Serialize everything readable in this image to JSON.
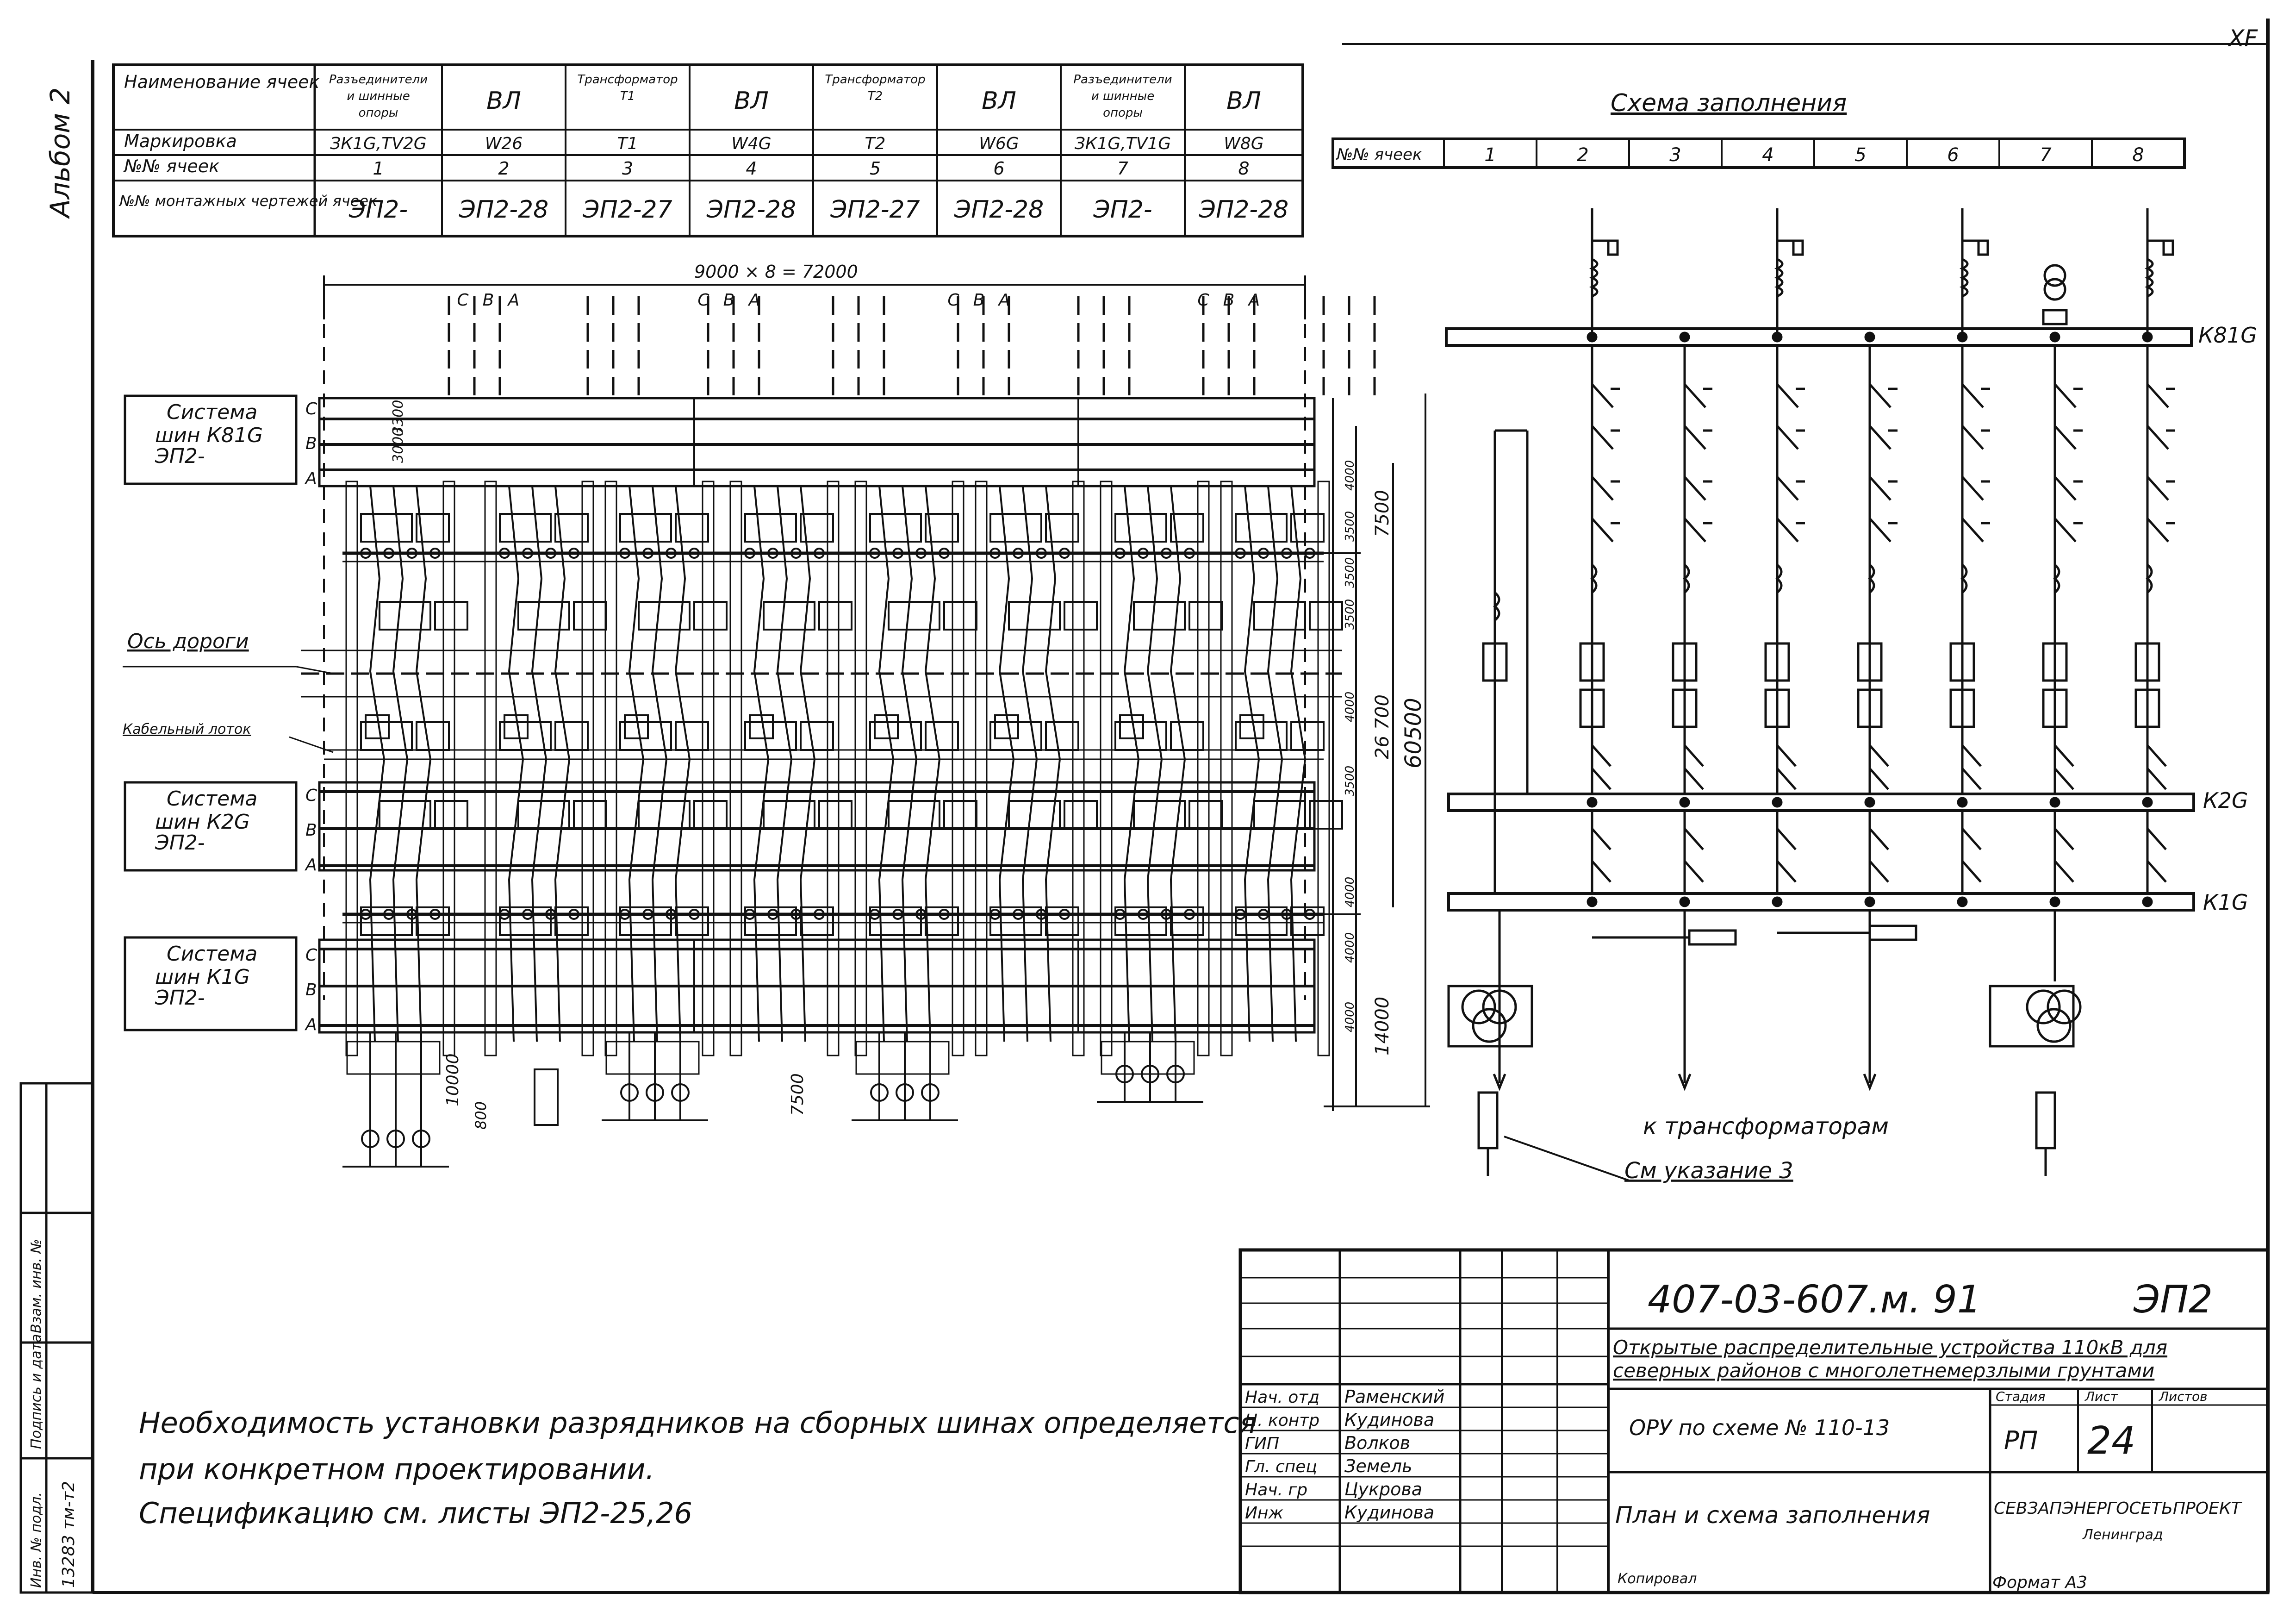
{
  "sheet": {
    "album_label": "Альбом 2",
    "corner_mark": "XF"
  },
  "cell_table": {
    "row_headers": [
      "Наименование ячеек",
      "Маркировка",
      "№№ ячеек",
      "№№ монтажных чертежей ячеек"
    ],
    "columns": [
      {
        "name": "Разъединители и шинные опоры",
        "mark": "ЗК1G,TV2G",
        "num": "1",
        "drawing": "ЭП2-"
      },
      {
        "name": "ВЛ",
        "mark": "W26",
        "num": "2",
        "drawing": "ЭП2-28"
      },
      {
        "name": "Трансформатор Т1",
        "mark": "Т1",
        "num": "3",
        "drawing": "ЭП2-27"
      },
      {
        "name": "ВЛ",
        "mark": "W4G",
        "num": "4",
        "drawing": "ЭП2-28"
      },
      {
        "name": "Трансформатор Т2",
        "mark": "Т2",
        "num": "5",
        "drawing": "ЭП2-27"
      },
      {
        "name": "ВЛ",
        "mark": "W6G",
        "num": "6",
        "drawing": "ЭП2-28"
      },
      {
        "name": "Разъединители и шинные опоры",
        "mark": "ЗК1G,TV1G",
        "num": "7",
        "drawing": "ЭП2-"
      },
      {
        "name": "ВЛ",
        "mark": "W8G",
        "num": "8",
        "drawing": "ЭП2-28"
      }
    ]
  },
  "plan": {
    "overall_dim": "9000 × 8 = 72000",
    "phase_labels": [
      "С",
      "В",
      "А"
    ],
    "bus_systems": [
      {
        "line1": "Система",
        "line2": "шин К81G",
        "line3": "ЭП2-"
      },
      {
        "line1": "Система",
        "line2": "шин К2G",
        "line3": "ЭП2-"
      },
      {
        "line1": "Система",
        "line2": "шин К1G",
        "line3": "ЭП2-"
      }
    ],
    "road_axis_label": "Ось дороги",
    "cable_tray_label": "Кабельный лоток",
    "dim_3000": "3000",
    "dim_3300": "3300",
    "right_dims": [
      "4000",
      "3500",
      "3500",
      "3500",
      "4000",
      "3500",
      "4000",
      "4000",
      "4000"
    ],
    "dim_7500_top": "7500",
    "dim_26700": "26 700",
    "dim_60500": "60500",
    "dim_14000": "14000",
    "dim_10000": "10000",
    "dim_800": "800",
    "dim_7500_bottom": "7500"
  },
  "scheme": {
    "title": "Схема заполнения",
    "row_label": "№№ ячеек",
    "cells": [
      "1",
      "2",
      "3",
      "4",
      "5",
      "6",
      "7",
      "8"
    ],
    "buses": [
      "К81G",
      "К2G",
      "К1G"
    ],
    "to_transformers": "к трансформаторам",
    "see_note": "См указание 3"
  },
  "notes": {
    "line1": "Необходимость установки разрядников на сборных шинах определяется",
    "line2": "при конкретном проектировании.",
    "line3": "Спецификацию см. листы ЭП2-25,26"
  },
  "title_block": {
    "doc_code": "407-03-607.м. 91",
    "sheet_code": "ЭП2",
    "project_title_1": "Открытые распределительные устройства 110кВ для",
    "project_title_2": "северных районов с многолетнемерзлыми грунтами",
    "scheme_name": "ОРУ по схеме № 110-13",
    "stage_label": "Стадия",
    "sheet_label": "Лист",
    "sheets_label": "Листов",
    "stage": "РП",
    "sheet_no": "24",
    "drawing_title": "План и схема заполнения",
    "org": "СЕВЗАПЭНЕРГОСЕТЬПРОЕКТ",
    "city": "Ленинград",
    "copied": "Копировал",
    "format": "Формат А3",
    "signatures": [
      {
        "role": "Нач. отд",
        "name": "Раменский"
      },
      {
        "role": "Н. контр",
        "name": "Кудинова"
      },
      {
        "role": "ГИП",
        "name": "Волков"
      },
      {
        "role": "Гл. спец",
        "name": "Земель"
      },
      {
        "role": "Нач. гр",
        "name": "Цукрова"
      },
      {
        "role": "Инж",
        "name": "Кудинова"
      }
    ]
  },
  "side_stamp": {
    "labels": [
      "Инв. № подл.",
      "Подпись и дата",
      "Взам. инв. №"
    ],
    "inv_no": "13283 тм-т2"
  }
}
